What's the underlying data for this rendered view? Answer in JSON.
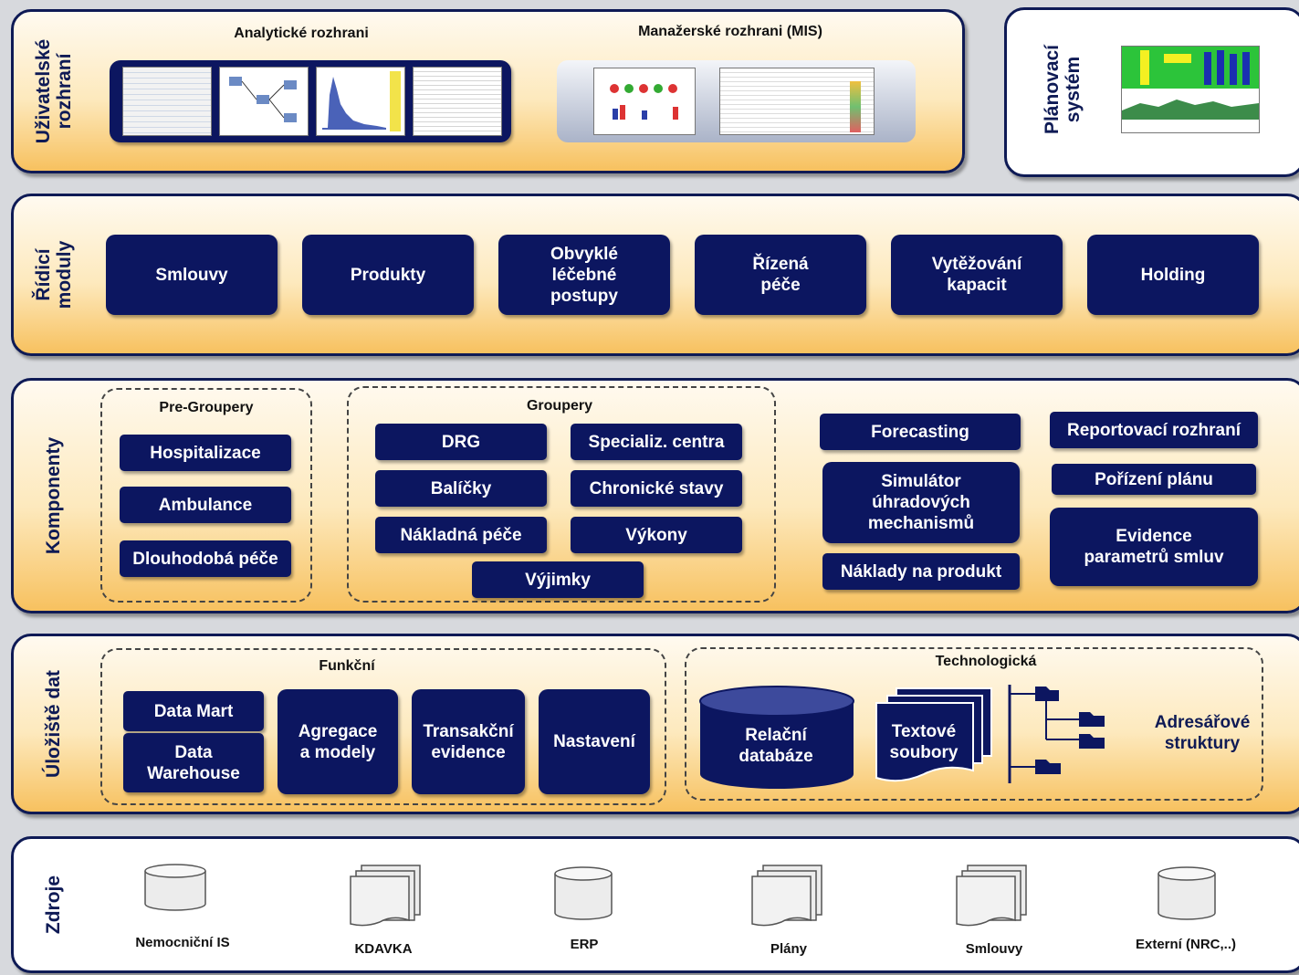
{
  "layers": {
    "ui": "Uživatelské\nrozhraní",
    "control": "Řídicí\nmoduly",
    "components": "Komponenty",
    "storage": "Úložiště dat",
    "sources": "Zdroje"
  },
  "ui": {
    "analytic_title": "Analytické rozhrani",
    "mis_title": "Manažerské rozhrani (MIS)",
    "planning": "Plánovací\nsystém"
  },
  "modules": [
    "Smlouvy",
    "Produkty",
    "Obvyklé\nléčebné\npostupy",
    "Řízená\npéče",
    "Vytěžování\nkapacit",
    "Holding"
  ],
  "components": {
    "pregroupery_title": "Pre-Groupery",
    "pregroupery": [
      "Hospitalizace",
      "Ambulance",
      "Dlouhodobá péče"
    ],
    "groupery_title": "Groupery",
    "groupery": [
      "DRG",
      "Specializ. centra",
      "Balíčky",
      "Chronické stavy",
      "Nákladná péče",
      "Výkony",
      "Výjimky"
    ],
    "forecasting": "Forecasting",
    "simulator": "Simulátor\núhradových\nmechanismů",
    "costs": "Náklady na produkt",
    "reporting": "Reportovací rozhraní",
    "plan": "Pořízení plánu",
    "contracts": "Evidence\nparametrů smluv"
  },
  "storage": {
    "functional_title": "Funkční",
    "technological_title": "Technologická",
    "data_mart": "Data Mart",
    "data_warehouse": "Data\nWarehouse",
    "aggregations": "Agregace\na modely",
    "transactions": "Transakční\nevidence",
    "settings": "Nastavení",
    "relational": "Relační\ndatabáze",
    "text_files": "Textové\nsoubory",
    "directories": "Adresářové\nstruktury"
  },
  "sources": [
    "Nemocniční IS",
    "KDAVKA",
    "ERP",
    "Plány",
    "Smlouvy",
    "Externí (NRC,..)"
  ]
}
